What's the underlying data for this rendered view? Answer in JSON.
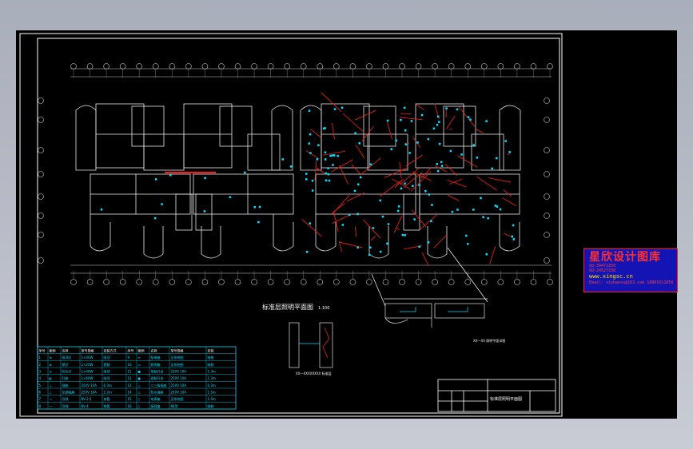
{
  "app": {
    "accent": "#ff2020",
    "canvas_color": "#000000"
  },
  "drawing": {
    "plan_title": "标准层照明平面图",
    "detail_scale": "1:100",
    "detail_caption": "XX—XXXXXXXX 标准层",
    "detail2_caption": "XX—XX 照明平面详图",
    "title_block_name": "标准层照明平面图"
  },
  "stamp": {
    "title": "星欣设计图库",
    "line1": "QQ:39472250",
    "line2": "QQ:24527158",
    "website": "www.xingsc.cn",
    "email": "Email: xinhaosu@163.com  18801011056"
  },
  "legend": {
    "headers": [
      "序号",
      "图例",
      "名称",
      "型号规格",
      "安装方式",
      "序号",
      "图例",
      "名称",
      "型号规格",
      "安装"
    ],
    "rows": [
      [
        "1",
        "⊗",
        "吸顶灯",
        "1×40W",
        "吸顶",
        "9",
        "≡",
        "配电箱",
        "见系统图",
        "暗装"
      ],
      [
        "2",
        "⊗",
        "壁灯",
        "1×25W",
        "壁装",
        "10",
        "▭",
        "照明箱",
        "见系统图",
        "暗装"
      ],
      [
        "3",
        "⊘",
        "防水灯",
        "1×40W",
        "吸顶",
        "11",
        "●",
        "单联开关",
        "250V 10A",
        "1.3m"
      ],
      [
        "4",
        "◐",
        "灯座",
        "1×60W",
        "吸顶",
        "12",
        "●",
        "双联开关",
        "250V 10A",
        "1.3m"
      ],
      [
        "5",
        "⊥",
        "插座",
        "250V 10A",
        "0.3m",
        "13",
        "△",
        "二三极插座",
        "250V 10A",
        "0.3m"
      ],
      [
        "6",
        "⊥",
        "空调插座",
        "250V 16A",
        "2.2m",
        "14",
        "△",
        "防水插座",
        "250V 10A",
        "1.5m"
      ],
      [
        "7",
        "—",
        "导线",
        "BV-2.5",
        "穿管",
        "15",
        "▯",
        "电表箱",
        "见系统图",
        "1.5m"
      ],
      [
        "8",
        "—",
        "导线",
        "BV-4",
        "穿管",
        "16",
        "▯",
        "接线盒",
        "86型",
        "暗装"
      ]
    ]
  }
}
